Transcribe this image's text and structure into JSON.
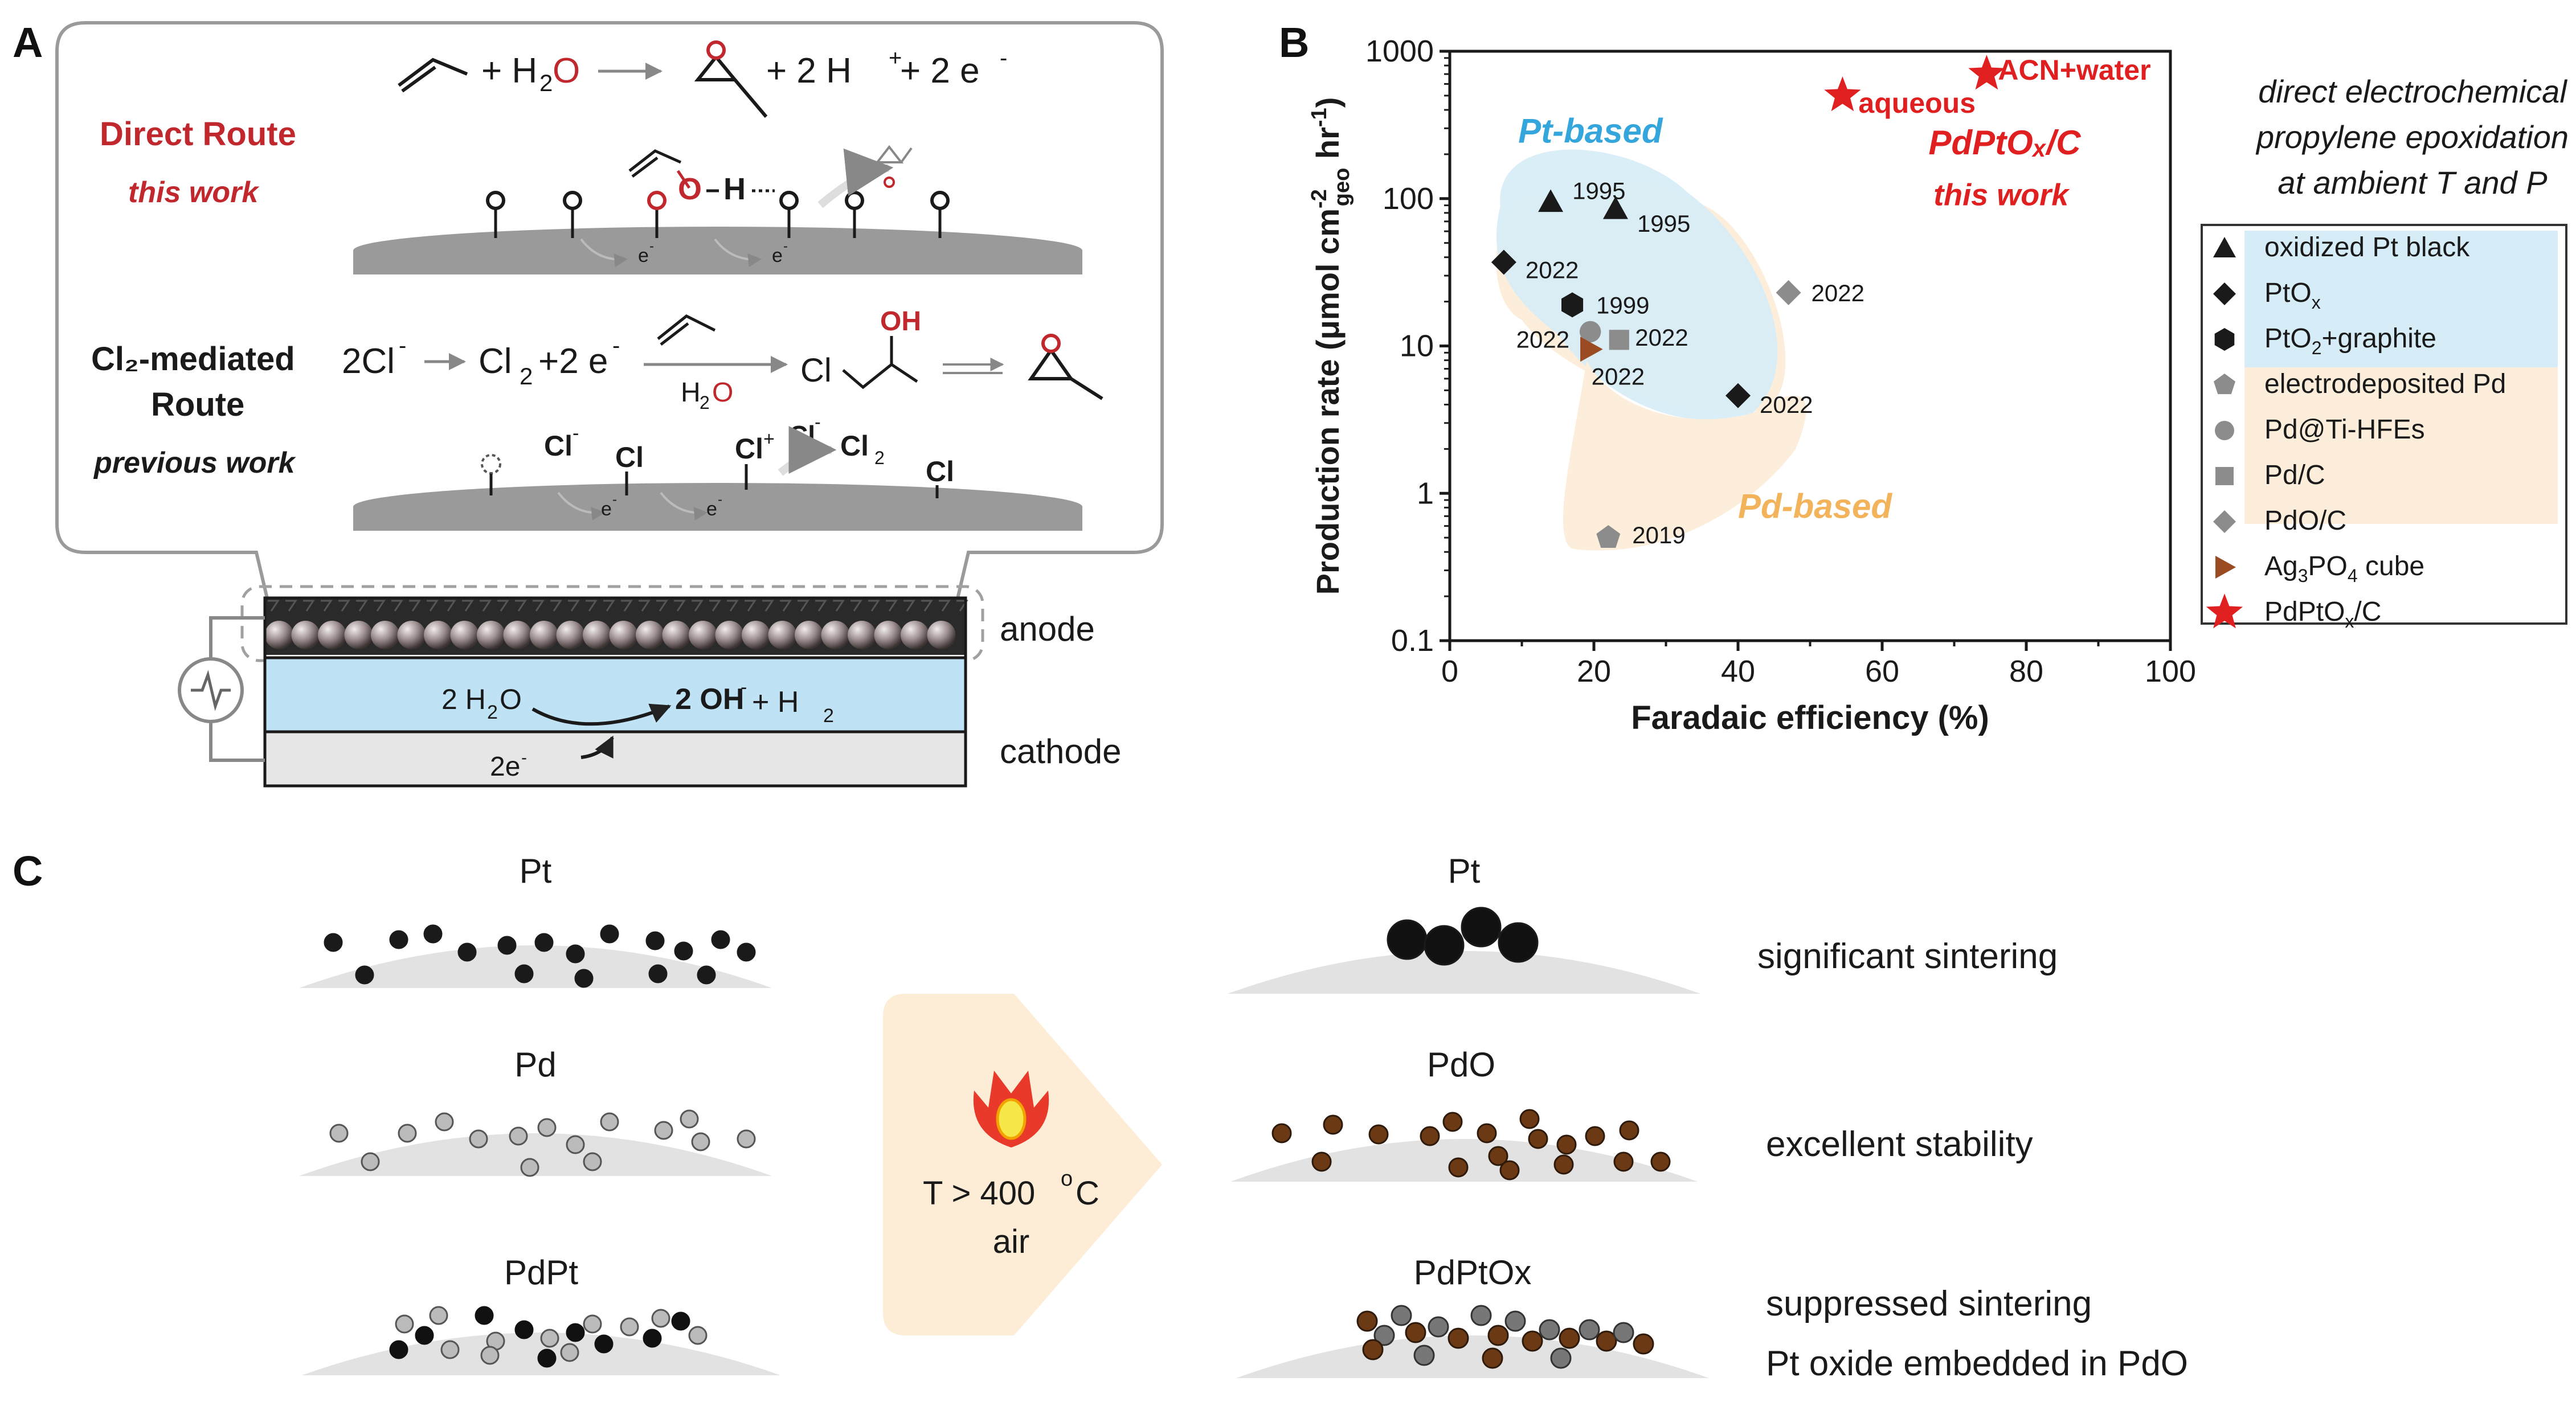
{
  "panel_labels": {
    "a": "A",
    "b": "B",
    "c": "C"
  },
  "panelA": {
    "direct_route_title": "Direct Route",
    "direct_route_sub": "this work",
    "cl2_title_line1": "Cl₂-mediated",
    "cl2_title_line2": "Route",
    "cl2_sub": "previous work",
    "eq_direct": {
      "plus1": "+ H",
      "sub2": "2",
      "O": "O",
      "rhs": "+  2 H",
      "hplus": "+",
      "rhs2": " + 2 e",
      "eminus": "-"
    },
    "eq_cl2": {
      "lhs": "2Cl",
      "lhs_sup": "-",
      "mid": "Cl",
      "mid_sub": "2",
      "mid2": "+2 e",
      "mid2_sup": "-",
      "h2o_h": "H",
      "h2o_sub": "2",
      "h2o_o": "O",
      "cl": "Cl",
      "oh": "OH"
    },
    "surface_labels": {
      "e": "e",
      "e_sup": "-",
      "h": "H",
      "o": "O"
    },
    "cl_surface": [
      "Cl",
      "Cl",
      "Cl",
      "Cl",
      "Cl"
    ],
    "cl_sup_minus": "-",
    "cl_sup_plus": "+",
    "cl2_surface": "Cl",
    "cl2_surface_sub": "2",
    "anode": "anode",
    "cathode": "cathode",
    "cell_eq": {
      "lhs": "2 H",
      "lhs_sub": "2",
      "lhs_o": "O",
      "rhs": "2 OH",
      "rhs_sup": "-",
      "rhs2": " + H",
      "rhs2_sub": "2",
      "electrons": "2e",
      "electrons_sup": "-"
    }
  },
  "panelB": {
    "title_note": [
      "direct electrochemical",
      "propylene epoxidation",
      "at ambient T and P"
    ],
    "pt_based": "Pt-based",
    "pd_based": "Pd-based",
    "this_work_1": "PdPtOₓ/C",
    "this_work_2": "this work",
    "aqueous": "aqueous",
    "acn_water": "ACN+water",
    "legend": [
      {
        "label": "oxidized Pt black",
        "marker": "triangle",
        "color": "#1a1a1a"
      },
      {
        "label": "PtOx",
        "marker": "diamond",
        "color": "#1a1a1a"
      },
      {
        "label": "PtO2+graphite",
        "marker": "hexagon",
        "color": "#1a1a1a"
      },
      {
        "label": "electrodeposited Pd",
        "marker": "pentagon",
        "color": "#8c8c8c"
      },
      {
        "label": "Pd@Ti-HFEs",
        "marker": "circle",
        "color": "#8c8c8c"
      },
      {
        "label": "Pd/C",
        "marker": "square",
        "color": "#8c8c8c"
      },
      {
        "label": "PdO/C",
        "marker": "diamond",
        "color": "#8c8c8c"
      },
      {
        "label": "Ag3PO4 cube",
        "marker": "triangle-right",
        "color": "#9a4b22"
      },
      {
        "label": "PdPtOx/C",
        "marker": "star",
        "color": "#e02020"
      }
    ],
    "legend_display": [
      {
        "main": "oxidized Pt black",
        "sub": "",
        "tail": ""
      },
      {
        "main": "PtO",
        "sub": "x",
        "tail": ""
      },
      {
        "main": "PtO",
        "sub": "2",
        "tail": "+graphite"
      },
      {
        "main": "electrodeposited Pd",
        "sub": "",
        "tail": ""
      },
      {
        "main": "Pd@Ti-HFEs",
        "sub": "",
        "tail": ""
      },
      {
        "main": "Pd/C",
        "sub": "",
        "tail": ""
      },
      {
        "main": "PdO/C",
        "sub": "",
        "tail": ""
      },
      {
        "main": "Ag",
        "sub": "3",
        "tail": "PO",
        "sub2": "4",
        "tail2": " cube"
      },
      {
        "main": "PdPtO",
        "sub": "x",
        "tail": "/C"
      }
    ],
    "colors": {
      "pt_region": "#d6ecf7",
      "pd_region": "#fdeedb",
      "pt_label": "#35a6dc",
      "pd_label": "#f2b35a",
      "this_work": "#e02020"
    }
  },
  "chart_data": {
    "type": "scatter",
    "title": "",
    "xlabel": "Faradaic efficiency (%)",
    "ylabel_parts": {
      "a": "Production rate  (μmol cm",
      "sup": "-2",
      "sub": "geo",
      "b": " hr",
      "sup2": "-1",
      "c": ")"
    },
    "xlim": [
      0,
      100
    ],
    "ylim": [
      0.1,
      1000
    ],
    "y_scale": "log",
    "x_ticks": [
      0,
      20,
      40,
      60,
      80,
      100
    ],
    "x_tick_labels": [
      "0",
      "20",
      "40",
      "60",
      "80",
      "100"
    ],
    "y_ticks": [
      0.1,
      1,
      10,
      100,
      1000
    ],
    "y_tick_labels": [
      "0.1",
      "1",
      "10",
      "100",
      "1000"
    ],
    "grid": false,
    "legend_position": "right",
    "points": [
      {
        "series": "oxidized Pt black",
        "x": 14,
        "y": 95,
        "label": "1995"
      },
      {
        "series": "oxidized Pt black",
        "x": 23,
        "y": 85,
        "label": "1995"
      },
      {
        "series": "PtOx",
        "x": 7.5,
        "y": 37,
        "label": "2022"
      },
      {
        "series": "PtOx",
        "x": 40,
        "y": 4.6,
        "label": "2022"
      },
      {
        "series": "PtO2+graphite",
        "x": 17,
        "y": 19,
        "label": "1999"
      },
      {
        "series": "electrodeposited Pd",
        "x": 22,
        "y": 0.5,
        "label": "2019"
      },
      {
        "series": "Pd@Ti-HFEs",
        "x": 19.5,
        "y": 12.5,
        "label": "2022"
      },
      {
        "series": "Pd/C",
        "x": 23.5,
        "y": 11,
        "label": "2022"
      },
      {
        "series": "PdO/C",
        "x": 47,
        "y": 23,
        "label": "2022"
      },
      {
        "series": "Ag3PO4 cube",
        "x": 19.5,
        "y": 9.5,
        "label": "2022"
      },
      {
        "series": "PdPtOx/C",
        "x": 54.5,
        "y": 500,
        "label": "aqueous"
      },
      {
        "series": "PdPtOx/C",
        "x": 74.5,
        "y": 700,
        "label": "ACN+water"
      }
    ]
  },
  "panelC": {
    "before": {
      "pt": "Pt",
      "pd": "Pd",
      "pdpt": "PdPt"
    },
    "after": {
      "pt": "Pt",
      "pdo": "PdO",
      "pdptox": "PdPtOx"
    },
    "arrow_line1": "T > 400 ",
    "arrow_deg": "o",
    "arrow_c": "C",
    "arrow_line2": "air",
    "notes": {
      "sintering": "significant sintering",
      "stability": "excellent stability",
      "suppressed": "suppressed sintering",
      "embedded": "Pt oxide embedded in PdO"
    }
  }
}
